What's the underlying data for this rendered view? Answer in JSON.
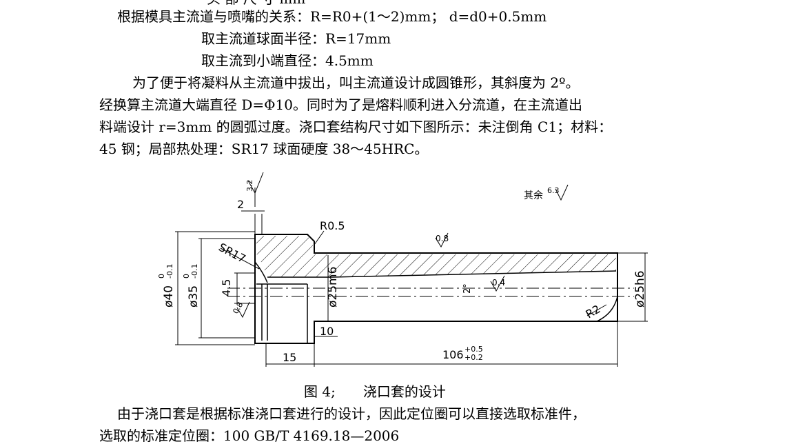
{
  "text": {
    "cut_top": "头  部 尺  寸              mm",
    "line_relation": "根据模具主流道与喷嘴的关系：R=R0+(1～2)mm； d=d0+0.5mm",
    "line_radius": "取主流道球面半径：R=17mm",
    "line_small_end": "取主流到小端直径：4.5mm",
    "para1": "为了便于将凝料从主流道中拔出，叫主流道设计成圆锥形，其斜度为 2º。",
    "para2": "经换算主流道大端直径 D=Φ10。同时为了是熔料顺利进入分流道，在主流道出",
    "para3": "料端设计 r=3mm 的圆弧过度。浇口套结构尺寸如下图所示：未注倒角 C1；材料：",
    "para4": "45 钢；局部热处理：SR17 球面硬度 38～45HRC。",
    "caption_fig": "图 4;",
    "caption_title": "浇口套的设计",
    "para5": "由于浇口套是根据标准浇口套进行的设计，因此定位圈可以直接选取标准件，",
    "para6": "选取的标准定位圈：100   GB/T 4169.18—2006"
  },
  "drawing": {
    "dim_head_thickness": "2",
    "roughness_top": "3.2",
    "note_rest": "其余",
    "roughness_rest": "6.3",
    "radius_r05": "R0.5",
    "roughness_08": "0.8",
    "sphere_sr17": "SR17",
    "dia_40": "ø40",
    "dia_40_tol": "0",
    "dia_40_tol2": "-0.1",
    "dia_35": "ø35",
    "dia_35_tol": "0",
    "dia_35_tol2": "-0.1",
    "dia_45": "4.5",
    "angle_2": "2°",
    "roughness_04": "0.4",
    "dia_25m6": "ø25m6",
    "dia_25h6": "ø25h6",
    "radius_r2": "R2",
    "roughness_08b": "0.8",
    "dim_10": "10",
    "dim_15": "15",
    "dim_106": "106",
    "dim_106_tol_up": "+0.5",
    "dim_106_tol_dn": "+0.2"
  }
}
